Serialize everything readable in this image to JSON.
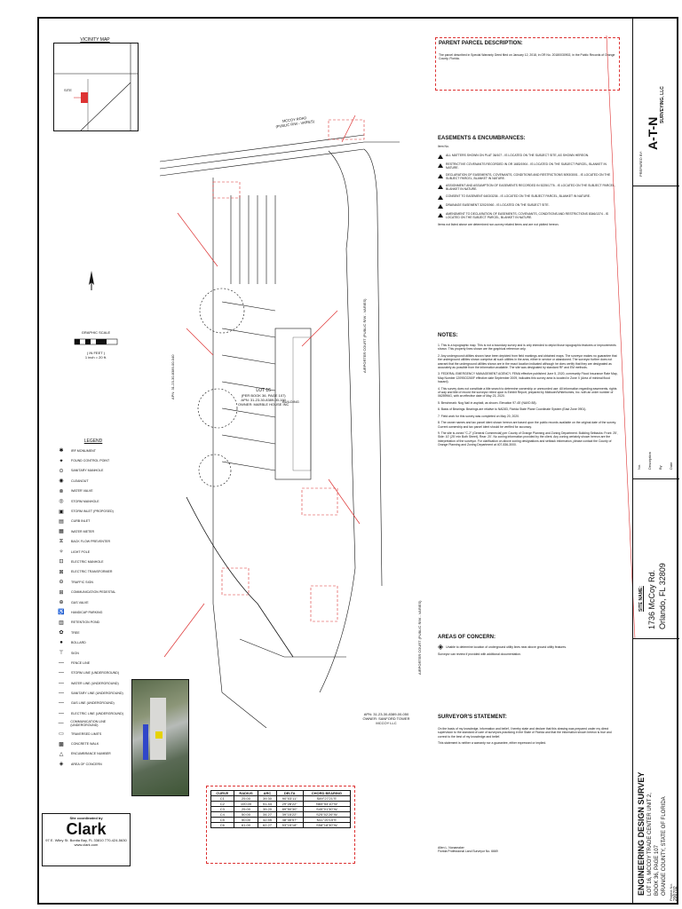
{
  "vicinity_map": {
    "title": "VICINITY MAP",
    "site_label": "SITE"
  },
  "graphic_scale": {
    "title": "GRAPHIC SCALE",
    "unit": "( IN FEET )",
    "ratio": "1 inch = 20 ft."
  },
  "legend": {
    "title": "LEGEND",
    "items": [
      "IRF MONUMENT",
      "FOUND CONTROL POINT",
      "SANITARY MANHOLE",
      "CLEANOUT",
      "WATER VALVE",
      "STORM MANHOLE",
      "STORM INLET (PROPOSED)",
      "CURB INLET",
      "WATER METER",
      "BACK FLOW PREVENTER",
      "LIGHT POLE",
      "ELECTRIC MANHOLE",
      "ELECTRIC TRANSFORMER",
      "TRAFFIC SIGN",
      "COMMUNICATION PEDESTAL",
      "GAS VALVE",
      "HANDICAP PARKING",
      "RETENTION POND",
      "TREE",
      "BOLLARD",
      "SIGN",
      "FENCE LINE",
      "STORM LINE (UNDERGROUND)",
      "WATER LINE (UNDERGROUND)",
      "SANITARY LINE (UNDERGROUND)",
      "GAS LINE (UNDERGROUND)",
      "ELECTRIC LINE (UNDERGROUND)",
      "COMMUNICATION LINE (UNDERGROUND)",
      "TRAVERSED LIMITS",
      "CONCRETE WALK",
      "ENCUMBRANCE NUMBER",
      "AREA OF CONCERN"
    ]
  },
  "parent_parcel": {
    "title": "PARENT PARCEL DESCRIPTION:",
    "text": "The parcel described in Special Warranty Deed filed on January 12, 2018, in OR No. 20180030902, in the Public Records of Orange County, Florida."
  },
  "easements": {
    "title": "EASEMENTS & ENCUMBRANCES:",
    "subtitle": "Item No.",
    "items": [
      "ALL MATTERS SHOWN ON PLAT 36/107 - IS LOCATED ON THE SUBJECT SITE, AS SHOWN HEREON.",
      "RESTRICTIVE COVENANTS RECORDED IN OR 1683/1904 - IS LOCATED ON THE SUBJECT PARCEL, BLANKET IN NATURE.",
      "DECLARATION OF EASEMENTS, COVENANTS, CONDITIONS AND RESTRICTIONS 5093/3001 - IS LOCATED ON THE SUBJECT PARCEL, BLANKET IN NATURE.",
      "ASSIGNMENT AND ASSUMPTION OF EASEMENTS RECORDED IN 5225/1776 - IS LOCATED ON THE SUBJECT PARCEL, BLANKET IN NATURE.",
      "CONSENT TO EASEMENT 6403/3236 - IS LOCATED ON THE SUBJECT PARCEL, BLANKET IN NATURE.",
      "DRAINAGE EASEMENT 3202/1960 - IS LOCATED ON THE SUBJECT SITE.",
      "AMENDMENT TO DECLARATION OF EASEMENTS, COVENANTS, CONDITIONS AND RESTRICTIONS 8346/1374 - IS LOCATED ON THE SUBJECT PARCEL, BLANKET IN NATURE."
    ],
    "footer": "Items not listed above are determined non-survey related items and are not plotted hereon."
  },
  "notes": {
    "title": "NOTES:",
    "items": [
      "1. This is a topographic map. This is not a boundary survey and is only intended to depict those topographic features or improvements shown. This property lines shown are the graphical reference only.",
      "2. Any underground utilities shown have been depicted from field markings and obtained maps. The surveyor makes no guarantee that the underground utilities shown comprise all such utilities in the area, either in service or abandoned. The surveyor further does not warrant that the underground utilities shown are in the exact location indicated although he does certify that they are designated as accurately as possible from the information available. The site was designated by standard RF and EM methods.",
      "3. FEDERAL EMERGENCY MANAGEMENT AGENCY, FEMA effective published June 5, 2020, community Flood Insurance Rate Map, Map Number 12095C0260F effective date September 2009, indicates this survey area is located in Zone X (Area of minimal flood hazard).",
      "4. This survey does not constitute a title search to determine ownership or unrecorded use. All information regarding easements, rights of way and title of record the surveyor relied upon is Exhibit Report, prepared by Midtown/Whitehomes, Inc. with an order number of 0625996G, with an effective date of May 23, 2020.",
      "5. Benchmark: Nog Nail in asphalt, as shown. Elevation 97.45' (NAVD 88).",
      "6. Basis of Bearings: Bearings are relative to NAD83, Florida State Plane Coordinate System (East Zone 0901).",
      "7. Field work for this survey was completed on May 20, 2020.",
      "8. The owner names and tax parcel ident shown hereon are based upon the public records available on the original date of the survey. Current ownership and tax parcel ident should be verified for accuracy.",
      "9. The site is zoned \"C-2\" (General Commercial) per County of Orange Planning and Zoning Department. Building Setbacks: Front: 25', Side: 10' (25' min Both Street), Rear: 20'. No zoning information provided by the client. Any zoning certainly shown hereon are the interpretation of the surveyor. For clarification on above zoning designations and setback information, please contact the County of Orange Planning and Zoning Department at 407-836-3000."
    ]
  },
  "areas_of_concern": {
    "title": "AREAS OF CONCERN:",
    "item": "Unable to determine location of underground utility lines near above ground utility features.",
    "footer": "Surveyor can review if provided with additional documentation."
  },
  "surveyor_statement": {
    "title": "SURVEYOR'S STATEMENT:",
    "text": "On the basis of my knowledge, information and belief, I hereby state and declare that this drawing was prepared under my direct supervision to the standard of care of surveyors practicing in the State of Florida and that the information shown hereon is true and correct to the best of my knowledge and belief.",
    "text2": "This statement is neither a warranty nor a guarantee, either expressed or implied.",
    "signer": "Allen L. Nonamaker",
    "license": "Florida Professional Land Surveyor No. 6669"
  },
  "curve_table": {
    "headers": [
      "CURVE",
      "RADIUS",
      "ARC",
      "DELTA",
      "CHORD BEARING"
    ],
    "rows": [
      [
        "C1",
        "25.00",
        "39.30",
        "90°03'11\"",
        "S89°27'21\"E"
      ],
      [
        "C2",
        "100.00",
        "51.44",
        "29°28'22\"",
        "N65°54'10\"W"
      ],
      [
        "C3",
        "25.00",
        "39.20",
        "89°50'30\"",
        "S45°01'30\"W"
      ],
      [
        "C4",
        "50.00",
        "34.27",
        "39°15'22\"",
        "S25°02'26\"W"
      ],
      [
        "C5",
        "50.00",
        "42.55",
        "48°45'57\"",
        "N11°20'15\"E"
      ],
      [
        "C6",
        "61.00",
        "62.27",
        "53°15'18\"",
        "S58°18'30\"W"
      ]
    ]
  },
  "site_plan": {
    "road_north": "MCCOY ROAD",
    "road_north_sub": "(PUBLIC R/W - VARIES)",
    "road_east": "AIRPORTER COURT",
    "road_east_sub": "(PUBLIC R/W - VARIES)",
    "road_south": "AIRPORTER COURT",
    "road_south_sub": "(PUBLIC R/W - VARIES)",
    "lot_label": "LOT 16",
    "lot_sub1": "(PER BOOK 36, PAGE 107)",
    "lot_sub2": "APN: 31-23-30-8389-00-160",
    "lot_sub3": "OWNER: MARBLE HOUSE INC",
    "building": "BUILDING",
    "west_owner": "APN: 31-23-30-8389-00-040",
    "south_owner": "APN: 31-23-30-8389-00-050 OWNER: SANFORD TOWER MCCOY LLC"
  },
  "title_block": {
    "company": "A-T-N",
    "company_sub": "SURVEYING, LLC",
    "prepared": "PREPARED BY:",
    "contractor_logo": "Clark",
    "contractor_note": "Site coordinated by",
    "contractor_addr": "97 E. Wiley St.   Bonita Bay, FL 33810   770-424-5630",
    "contractor_web": "www.clark.com",
    "survey_type": "ENGINEERING DESIGN SURVEY",
    "legal1": "LOT 16, MCCOY TRADE CENTER UNIT 2,",
    "legal2": "BOOK 36, PAGE 107",
    "legal3": "ORANGE COUNTY, STATE OF FLORIDA",
    "site_name_label": "SITE NAME:",
    "address1": "1736 McCoy Rd.",
    "address2": "Orlando, FL 32809",
    "project_no_label": "Project No.",
    "project_no": "200702",
    "rev_headers": [
      "No.",
      "Description",
      "By",
      "Date"
    ]
  }
}
